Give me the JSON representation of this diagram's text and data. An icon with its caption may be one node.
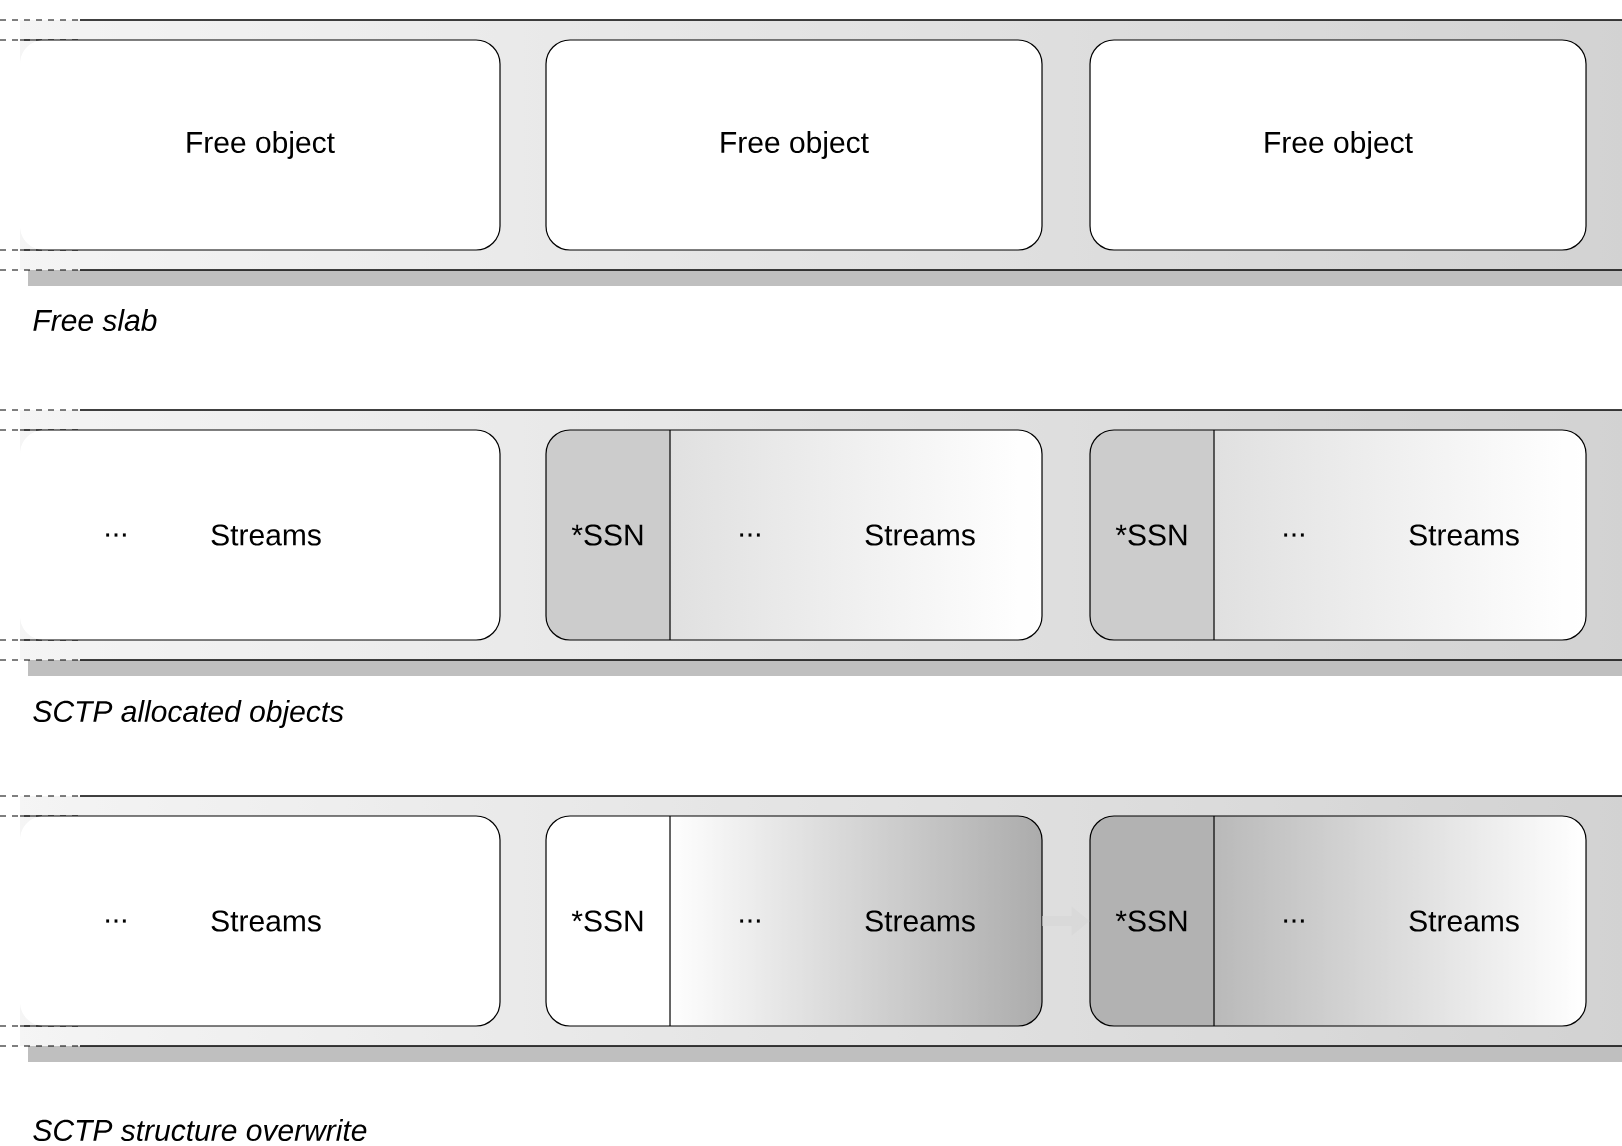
{
  "diagram": {
    "nodes": [
      {
        "text": [
          "Free slab"
        ]
      },
      {
        "text": [
          "Free object"
        ],
        "in": 0
      },
      {
        "text": [
          "Free object"
        ],
        "in": 0
      },
      {
        "text": [
          "Free object"
        ],
        "in": 0
      },
      {
        "text": [
          "SCTP allocated objects"
        ]
      },
      {
        "text": [
          "...",
          "Streams"
        ],
        "in": 4
      },
      {
        "text": [
          "*SSN",
          "...",
          "Streams"
        ],
        "in": 4
      },
      {
        "text": [
          "*SSN",
          "...",
          "Streams"
        ],
        "in": 4
      },
      {
        "text": [
          "SCTP structure overwrite"
        ]
      },
      {
        "text": [
          "...",
          "Streams"
        ],
        "in": 8
      },
      {
        "text": [
          "*SSN",
          "...",
          "Streams"
        ],
        "in": 8
      },
      {
        "text": [
          "*SSN",
          "...",
          "Streams"
        ],
        "in": 8
      }
    ],
    "edges": [
      {
        "from": 10,
        "to": 11,
        "arrow": "to"
      }
    ]
  }
}
